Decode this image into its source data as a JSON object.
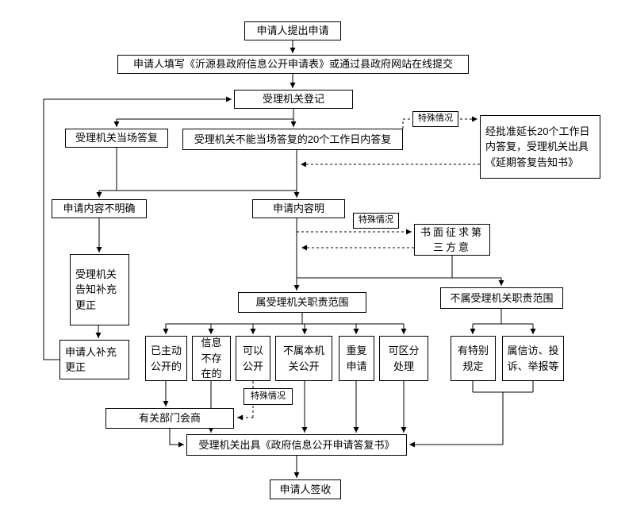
{
  "diagram": {
    "type": "flowchart",
    "background": "#ffffff",
    "line_color": "#000000",
    "labels": {
      "special_case": "特殊情况"
    },
    "nodes": {
      "start": "申请人提出申请",
      "fill_form": "申请人填写《沂源县政府信息公开申请表》或通过县政府网站在线提交",
      "register": "受理机关登记",
      "onspot_reply": "受理机关当场答复",
      "reply_20days": "受理机关不能当场答复的20个工作日内答复",
      "extend": "经批准延长20个工作日内答复，受理机关出具《延期答复告知书》",
      "unclear": "申请内容不明确",
      "clear": "申请内容明",
      "third_party": "书面征求第三方意",
      "notify_supplement": "受理机关告知补充更正",
      "supplement": "申请人补充更正",
      "in_scope": "属受理机关职责范围",
      "out_scope": "不属受理机关职责范围",
      "proactive": "已主动公开的",
      "not_exist": "信息不存在的",
      "can_open": "可以公开",
      "not_this_org": "不属本机关公开",
      "repeat": "重复申请",
      "distinguish": "可区分处理",
      "special_rule": "有特别规定",
      "petition": "属信访、投诉、举报等",
      "consult": "有关部门会商",
      "reply_doc": "受理机关出具《政府信息公开申请答复书》",
      "sign": "申请人签收"
    }
  }
}
